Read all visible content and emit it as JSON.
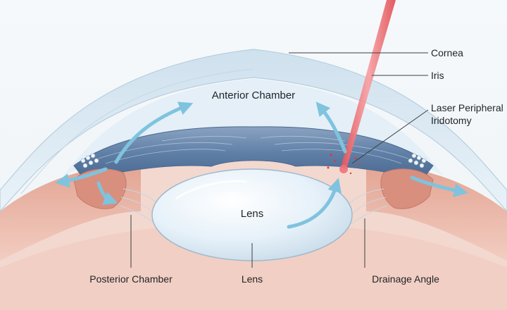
{
  "labels": {
    "cornea": "Cornea",
    "iris": "Iris",
    "laser_line1": "Laser Peripheral",
    "laser_line2": "Iridotomy",
    "anterior_chamber": "Anterior Chamber",
    "lens_center": "Lens",
    "posterior_chamber": "Posterior Chamber",
    "lens_bottom": "Lens",
    "drainage_angle": "Drainage Angle"
  },
  "colors": {
    "background": "#f4f7fa",
    "sclera": "#e9b7a8",
    "tissue_dark": "#d98f7e",
    "cornea": "#d9e8f2",
    "aqueous": "#e4eff7",
    "iris": "#5f7fa6",
    "iris_light": "#9fb5cf",
    "lens": "#e8f2fa",
    "laser": "#e2545a",
    "arrow": "#7fc3de"
  }
}
